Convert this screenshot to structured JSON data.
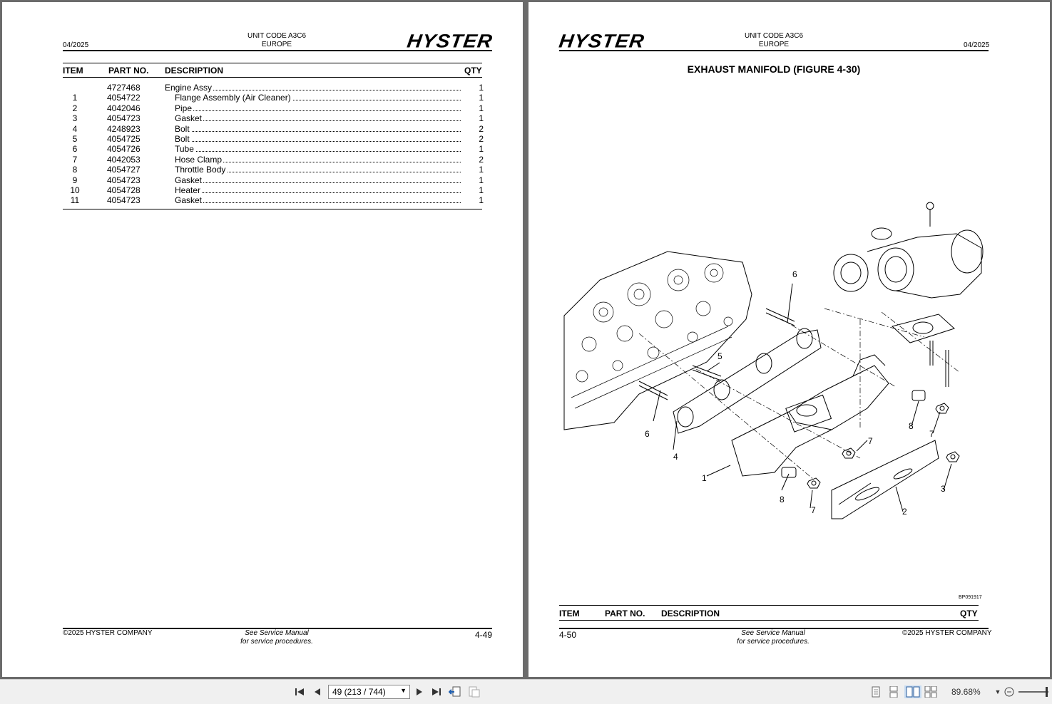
{
  "left_page": {
    "header": {
      "date": "04/2025",
      "unit_code": "UNIT CODE A3C6",
      "region": "EUROPE",
      "logo": "HYSTER"
    },
    "table": {
      "headers": {
        "item": "ITEM",
        "part_no": "PART NO.",
        "description": "DESCRIPTION",
        "qty": "QTY"
      },
      "rows": [
        {
          "item": "",
          "part_no": "4727468",
          "description": "Engine Assy",
          "qty": "1",
          "indent": false
        },
        {
          "item": "1",
          "part_no": "4054722",
          "description": "Flange Assembly (Air Cleaner)",
          "qty": "1",
          "indent": true
        },
        {
          "item": "2",
          "part_no": "4042046",
          "description": "Pipe",
          "qty": "1",
          "indent": true
        },
        {
          "item": "3",
          "part_no": "4054723",
          "description": "Gasket",
          "qty": "1",
          "indent": true
        },
        {
          "item": "4",
          "part_no": "4248923",
          "description": "Bolt",
          "qty": "2",
          "indent": true
        },
        {
          "item": "5",
          "part_no": "4054725",
          "description": "Bolt",
          "qty": "2",
          "indent": true
        },
        {
          "item": "6",
          "part_no": "4054726",
          "description": "Tube",
          "qty": "1",
          "indent": true
        },
        {
          "item": "7",
          "part_no": "4042053",
          "description": "Hose Clamp",
          "qty": "2",
          "indent": true
        },
        {
          "item": "8",
          "part_no": "4054727",
          "description": "Throttle Body",
          "qty": "1",
          "indent": true
        },
        {
          "item": "9",
          "part_no": "4054723",
          "description": "Gasket",
          "qty": "1",
          "indent": true
        },
        {
          "item": "10",
          "part_no": "4054728",
          "description": "Heater",
          "qty": "1",
          "indent": true
        },
        {
          "item": "11",
          "part_no": "4054723",
          "description": "Gasket",
          "qty": "1",
          "indent": true
        }
      ]
    },
    "footer": {
      "copyright": "©2025 HYSTER COMPANY",
      "note_line1": "See Service Manual",
      "note_line2": "for service procedures.",
      "page_number": "4-49"
    }
  },
  "right_page": {
    "header": {
      "logo": "HYSTER",
      "unit_code": "UNIT CODE A3C6",
      "region": "EUROPE",
      "date": "04/2025"
    },
    "title": "EXHAUST MANIFOLD (FIGURE 4-30)",
    "figure": {
      "callouts": [
        "6",
        "5",
        "6",
        "4",
        "1",
        "8",
        "7",
        "7",
        "8",
        "7",
        "3",
        "2"
      ],
      "figure_id": "BP091917"
    },
    "table_headers": {
      "item": "ITEM",
      "part_no": "PART NO.",
      "description": "DESCRIPTION",
      "qty": "QTY"
    },
    "footer": {
      "page_number": "4-50",
      "note_line1": "See Service Manual",
      "note_line2": "for service procedures.",
      "copyright": "©2025 HYSTER COMPANY"
    }
  },
  "toolbar": {
    "page_selector": "49 (213 / 744)",
    "zoom": "89.68%",
    "icons": [
      "first-page-icon",
      "prev-page-icon",
      "next-page-icon",
      "last-page-icon",
      "previous-view-icon",
      "next-view-icon",
      "single-page-icon",
      "continuous-icon",
      "facing-icon",
      "continuous-facing-icon",
      "zoom-out-icon",
      "zoom-slider"
    ]
  }
}
